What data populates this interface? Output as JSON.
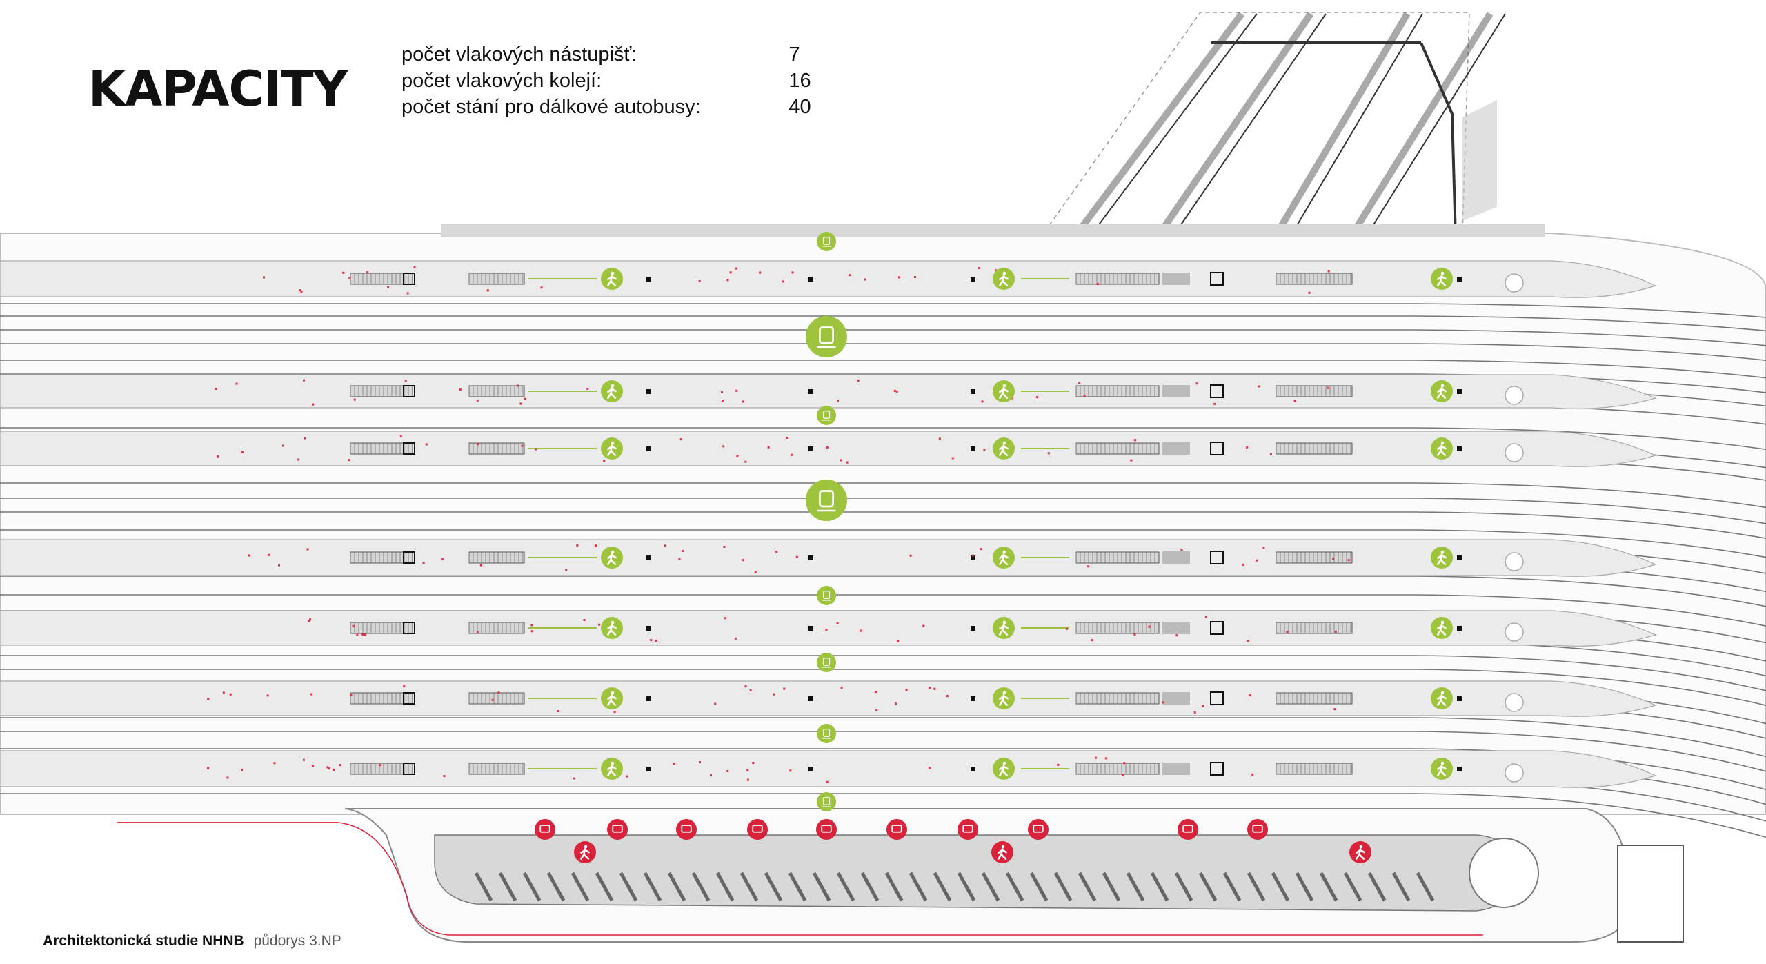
{
  "heading": "KAPACITY",
  "stats": [
    {
      "label": "počet vlakových nástupišť:",
      "value": "7"
    },
    {
      "label": "počet vlakových kolejí:",
      "value": "16"
    },
    {
      "label": "počet stání pro dálkové autobusy:",
      "value": "40"
    }
  ],
  "footer": {
    "title": "Architektonická studie NHNB",
    "subtitle": "půdorys 3.NP"
  },
  "colors": {
    "platform": "#ebebeb",
    "track": "#777777",
    "pedestrian": "#9dc43c",
    "bus": "#d9233b",
    "train": "#9dc43c",
    "passenger_dots": "#e0304a"
  },
  "icons": {
    "pedestrian": "pedestrian-icon",
    "train": "train-icon",
    "bus": "bus-icon"
  }
}
